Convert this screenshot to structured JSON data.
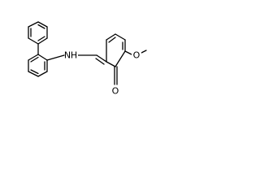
{
  "atoms": {
    "amine_n": "N",
    "amine_h": "H",
    "carbonyl_o": "O",
    "methoxy_o": "O"
  },
  "colors": {
    "bond": "#000000",
    "background": "#ffffff"
  }
}
